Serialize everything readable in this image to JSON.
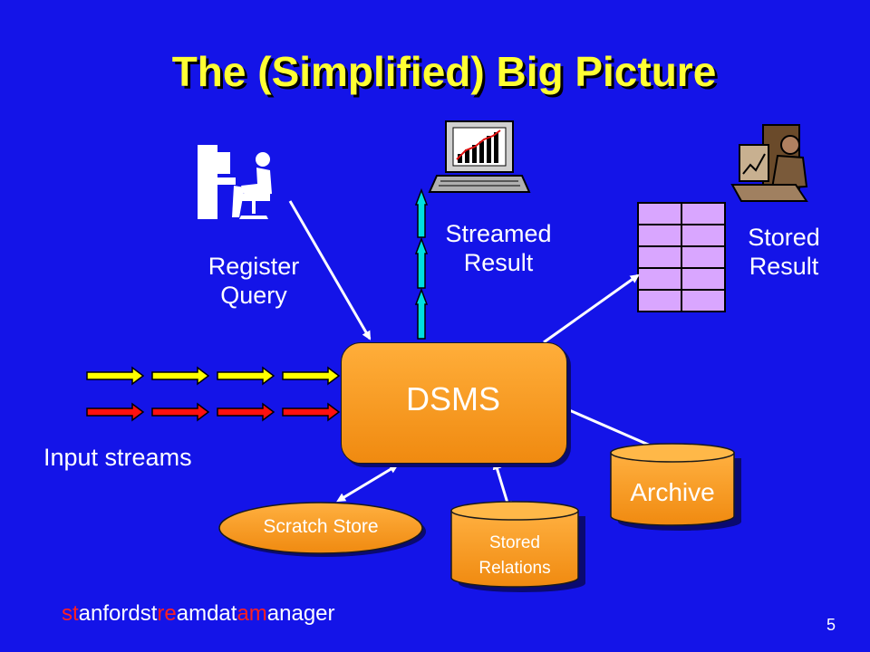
{
  "slide": {
    "title": "The (Simplified) Big Picture",
    "dsms_label": "DSMS",
    "register_query": [
      "Register",
      "Query"
    ],
    "streamed_result": [
      "Streamed",
      "Result"
    ],
    "stored_result": [
      "Stored",
      "Result"
    ],
    "input_streams": "Input streams",
    "archive": "Archive",
    "scratch_store": "Scratch Store",
    "stored_relations": [
      "Stored",
      "Relations"
    ],
    "footer": {
      "parts": [
        "st",
        "anfordst",
        "re",
        "amdat",
        "am",
        "anager"
      ],
      "colors": [
        "red",
        "white",
        "red",
        "white",
        "red",
        "white"
      ]
    },
    "page_number": "5"
  },
  "colors": {
    "background": "#1414e8",
    "title": "#ffff33",
    "box": "#f59a20",
    "stream_yellow": "#ffff00",
    "stream_red": "#ff1010",
    "result_arrow": "#00e0e0",
    "table_cell": "#d9a6ff"
  },
  "icons": {
    "user": "person-at-computer-icon",
    "monitor": "laptop-chart-icon",
    "analyst": "person-with-monitor-icon"
  }
}
